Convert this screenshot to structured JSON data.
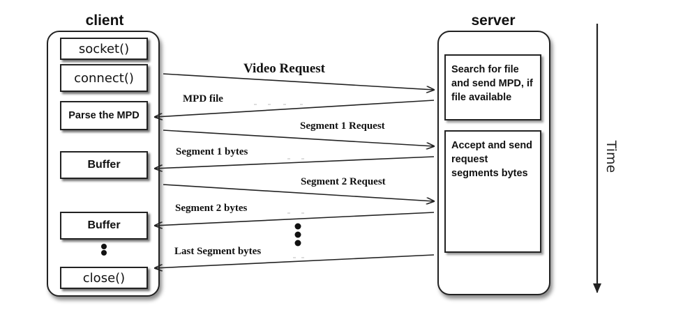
{
  "client": {
    "title": "client",
    "boxes": {
      "socket": "socket()",
      "connect": "connect()",
      "parse_mpd": "Parse the MPD",
      "buffer_1": "Buffer",
      "buffer_2": "Buffer",
      "close": "close()"
    }
  },
  "server": {
    "title": "server",
    "search_box": "Search for file and send MPD, if file available",
    "accept_box": "Accept and send request segments bytes"
  },
  "messages": {
    "video_request": "Video Request",
    "mpd_file": "MPD file",
    "segment1_request": "Segment 1 Request",
    "segment1_bytes": "Segment 1 bytes",
    "segment2_request": "Segment 2 Request",
    "segment2_bytes": "Segment 2 bytes",
    "last_segment_bytes": "Last Segment bytes"
  },
  "time_axis": {
    "label": "Time"
  }
}
